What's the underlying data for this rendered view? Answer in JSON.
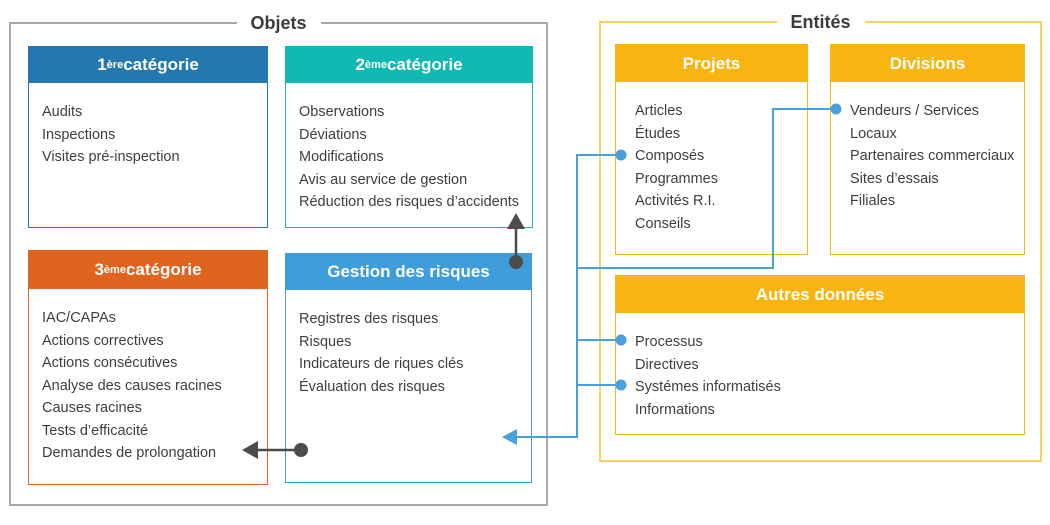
{
  "objets": {
    "title": "Objets",
    "cat1": {
      "num": "1",
      "sup": "ère",
      "rest": " catégorie",
      "items": [
        "Audits",
        "Inspections",
        "Visites pré-inspection"
      ]
    },
    "cat2": {
      "num": "2",
      "sup": "ème",
      "rest": " catégorie",
      "items": [
        "Observations",
        "Déviations",
        "Modifications",
        "Avis au service de gestion",
        "Réduction des risques d’accidents"
      ]
    },
    "cat3": {
      "num": "3",
      "sup": "ème",
      "rest": " catégorie",
      "items": [
        "IAC/CAPAs",
        "Actions correctives",
        "Actions consécutives",
        "Analyse des causes racines",
        "Causes racines",
        "Tests d’efficacité",
        "Demandes de prolongation"
      ]
    },
    "gestion": {
      "title": "Gestion des risques",
      "items": [
        "Registres des risques",
        "Risques",
        "Indicateurs de riques clés",
        "Évaluation des risques"
      ]
    }
  },
  "entites": {
    "title": "Entités",
    "projets": {
      "title": "Projets",
      "items": [
        "Articles",
        "Études",
        "Composés",
        "Programmes",
        "Activités R.I.",
        "Conseils"
      ]
    },
    "divisions": {
      "title": "Divisions",
      "items": [
        "Vendeurs / Services",
        "Locaux",
        "Partenaires commerciaux",
        "Sites d’essais",
        "Filiales"
      ]
    },
    "autres": {
      "title": "Autres données",
      "items": [
        "Processus",
        "Directives",
        "Systémes informatisés",
        "Informations"
      ]
    }
  },
  "connections": [
    {
      "from": "Gestion des risques (header)",
      "to": "2ème catégorie – Réduction des risques d’accidents",
      "style": "dark-dot-arrow-up"
    },
    {
      "from": "Gestion des risques",
      "to": "3ème catégorie – Demandes de prolongation",
      "style": "dark-dot-arrow-left"
    },
    {
      "from": "Projets – Composés",
      "to": "Gestion des risques",
      "style": "blue-dot-line"
    },
    {
      "from": "Divisions – Vendeurs / Services",
      "to": "Gestion des risques",
      "style": "blue-dot-line"
    },
    {
      "from": "Autres données – Processus",
      "to": "Gestion des risques",
      "style": "blue-dot-line"
    },
    {
      "from": "Autres données – Systémes informatisés",
      "to": "Gestion des risques",
      "style": "blue-dot-line"
    }
  ],
  "colors": {
    "cat1_header": "#2478ae",
    "cat2_header": "#12b9b2",
    "cat3_header": "#df6420",
    "gestion_header": "#3e9edb",
    "entites_header": "#f8b512",
    "entites_border": "#fcd068",
    "objets_border": "#a9a9a9",
    "connector_blue": "#49a0dc",
    "connector_dark": "#4c4c4c",
    "text": "#3e3e3e"
  }
}
